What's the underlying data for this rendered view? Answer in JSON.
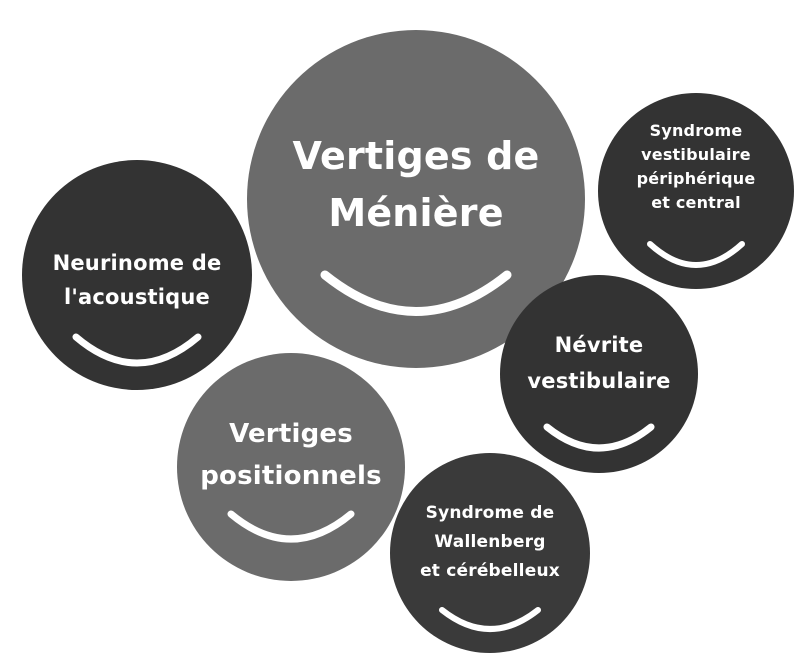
{
  "diagram": {
    "bubbles": [
      {
        "id": "meniere",
        "label": "Vertiges de\nMénière",
        "color": "#6b6b6b"
      },
      {
        "id": "neurinome",
        "label": "Neurinome de\nl'acoustique",
        "color": "#333333"
      },
      {
        "id": "syndrome_vp",
        "label": "Syndrome\nvestibulaire\npériphérique\net central",
        "color": "#333333"
      },
      {
        "id": "nevrite",
        "label": "Névrite\nvestibulaire",
        "color": "#333333"
      },
      {
        "id": "positionnels",
        "label": "Vertiges\npositionnels",
        "color": "#6b6b6b"
      },
      {
        "id": "wallenberg",
        "label": "Syndrome de\nWallenberg\net cérébelleux",
        "color": "#3a3a3a"
      }
    ],
    "decoration_icon": "smile-arc-icon"
  }
}
